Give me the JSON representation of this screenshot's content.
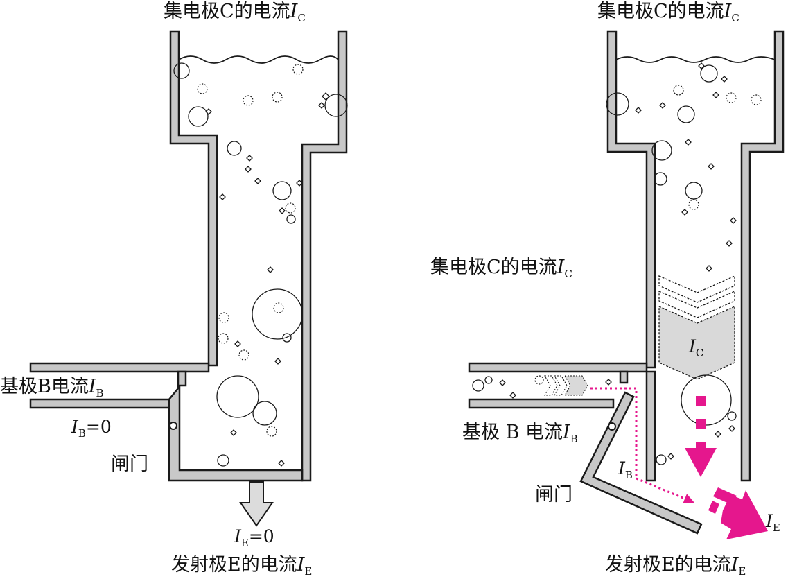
{
  "left": {
    "top_label": "集电极C的电流",
    "top_sym": "I",
    "top_sub": "C",
    "base_label": "基极B电流",
    "base_sym": "I",
    "base_sub": "B",
    "ib_sym": "I",
    "ib_sub": "B",
    "ib_value": "=0",
    "gate_label": "闸门",
    "ie_sym": "I",
    "ie_sub": "E",
    "ie_value": "=0",
    "bottom_label": "发射极E的电流",
    "bottom_sym": "I",
    "bottom_sub": "E"
  },
  "right": {
    "top_label": "集电极C的电流",
    "top_sym": "I",
    "top_sub": "C",
    "mid_label": "集电极C的电流",
    "mid_sym": "I",
    "mid_sub": "C",
    "chevron_sym": "I",
    "chevron_sub": "C",
    "base_label": "基极 B 电流",
    "base_sym": "I",
    "base_sub": "B",
    "ib_sym": "I",
    "ib_sub": "B",
    "gate_label": "闸门",
    "ie_sym": "I",
    "ie_sub": "E",
    "bottom_label": "发射极E的电流",
    "bottom_sym": "I",
    "bottom_sub": "E"
  },
  "colors": {
    "wall": "#c8c8c8",
    "outline": "#1a1a1a",
    "arrow_magenta": "#e5178d",
    "chevron_fill": "#d9d9d9"
  }
}
